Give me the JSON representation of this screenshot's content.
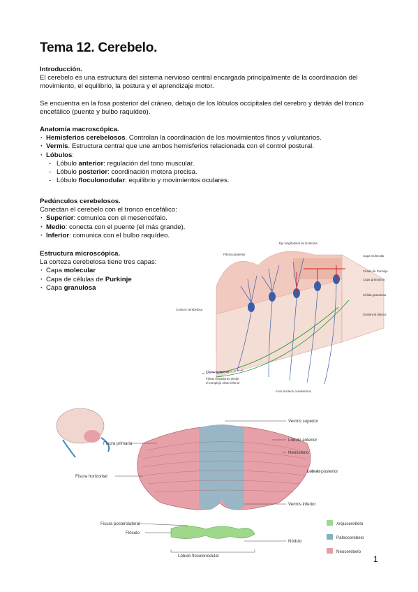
{
  "title": "Tema 12. Cerebelo.",
  "intro": {
    "heading": "Introducción.",
    "p1": "El cerebelo es una estructura del sistema nervioso central encargada principalmente de la coordinación del movimiento, el equilibrio, la postura y el aprendizaje motor.",
    "p2": "Se encuentra en la fosa posterior del cráneo, debajo de los lóbulos occipitales del cerebro y detrás del tronco encefálico (puente y bulbo raquídeo)."
  },
  "anatomia": {
    "heading": "Anatomía macroscópica.",
    "items": [
      {
        "bold": "Hemisferios cerebelosos",
        "text": ". Controlan la coordinación de los movimientos finos y voluntarios."
      },
      {
        "bold": "Vermis",
        "text": ". Estructura central que une ambos hemisferios relacionada con el control postural."
      },
      {
        "bold": "Lóbulos",
        "text": ":"
      }
    ],
    "sub": [
      {
        "pre": "Lóbulo ",
        "bold": "anterior",
        "text": ": regulación del tono muscular."
      },
      {
        "pre": "Lóbulo ",
        "bold": "posterior",
        "text": ": coordinación motora precisa."
      },
      {
        "pre": "Lóbulo ",
        "bold": "floculonodular",
        "text": ": equilibrio y movimientos oculares."
      }
    ]
  },
  "pedunculos": {
    "heading": "Pedúnculos cerebelosos.",
    "intro": "Conectan el cerebelo con el tronco encefálico:",
    "items": [
      {
        "bold": "Superior",
        "text": ": comunica con el mesencéfalo."
      },
      {
        "bold": "Medio",
        "text": ": conecta con el puente (el más grande)."
      },
      {
        "bold": "Inferior",
        "text": ": comunica con el bulbo raquídeo."
      }
    ]
  },
  "micro": {
    "heading": "Estructura microscópica.",
    "intro": "La corteza cerebelosa tiene tres capas:",
    "items": [
      {
        "pre": "Capa ",
        "bold": "molecular"
      },
      {
        "pre": "Capa de células de ",
        "bold": "Purkinje"
      },
      {
        "pre": "Capa ",
        "bold": "granulosa"
      }
    ]
  },
  "fig1": {
    "eje": "Eje longitudinal de la lámina",
    "fibras_paralelas": "Fibras paralelas",
    "corteza": "Corteza cerebelosa",
    "musgosas": "Fibras musgosas",
    "trepadoras1": "Fibras trepadoras desde",
    "trepadoras2": "el complejo olivar inferior",
    "nucleos": "A los núcleos cerebelosos",
    "capa_molecular": "Capa molecular",
    "purkinje": "Célula de Purkinje",
    "capa_granulosa": "Capa granulosa",
    "granulosa": "Célula granulosa",
    "sustancia": "Sustancia blanca"
  },
  "fig2": {
    "vermis_sup": "Vermis superior",
    "lob_ant": "Lóbulo anterior",
    "hemisferio": "Hemisferio",
    "lob_post": "Lóbulo posterior",
    "vermis_inf": "Vermis inferior",
    "fis_primaria": "Fisura primaria",
    "fis_horizontal": "Fisura horizontal",
    "fis_postero": "Fisura posterolateral",
    "floculo": "Flóculo",
    "nodulo": "Nódulo",
    "lob_floc": "Lóbulo floculonodular",
    "legend": [
      {
        "label": "Arquicerebelo",
        "color": "#9fd88a"
      },
      {
        "label": "Paleocerebelo",
        "color": "#7fb3c4"
      },
      {
        "label": "Neocerebelo",
        "color": "#e7a0a8"
      }
    ]
  },
  "page_number": "1"
}
